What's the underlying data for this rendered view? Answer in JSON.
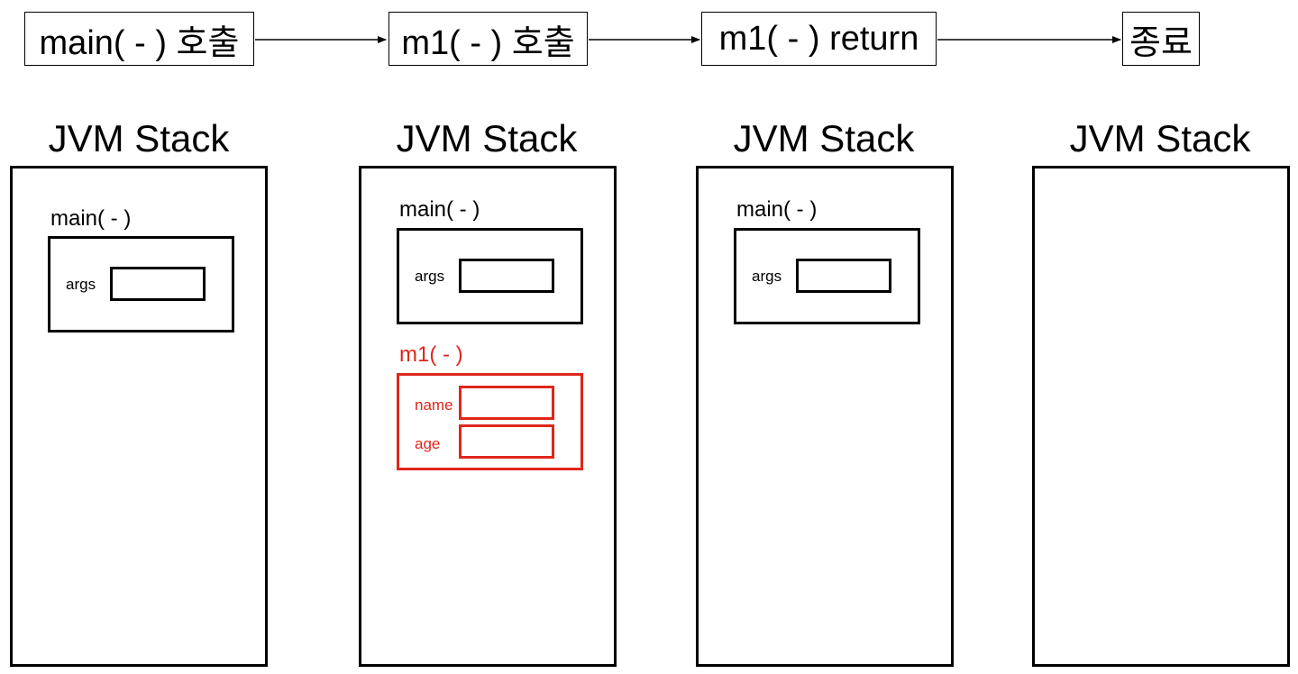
{
  "flow": {
    "steps": [
      "main( - ) 호출",
      "m1( - ) 호출",
      "m1( - ) return",
      "종료"
    ]
  },
  "stacks": [
    {
      "title": "JVM Stack",
      "frames": [
        {
          "label": "main( - )",
          "vars": [
            "args"
          ]
        }
      ]
    },
    {
      "title": "JVM Stack",
      "frames": [
        {
          "label": "main( - )",
          "vars": [
            "args"
          ]
        },
        {
          "label": "m1( - )",
          "vars": [
            "name",
            "age"
          ],
          "highlight": true
        }
      ]
    },
    {
      "title": "JVM Stack",
      "frames": [
        {
          "label": "main( - )",
          "vars": [
            "args"
          ]
        }
      ]
    },
    {
      "title": "JVM Stack",
      "frames": []
    }
  ],
  "colors": {
    "line": "#000000",
    "highlight": "#e0261b"
  }
}
